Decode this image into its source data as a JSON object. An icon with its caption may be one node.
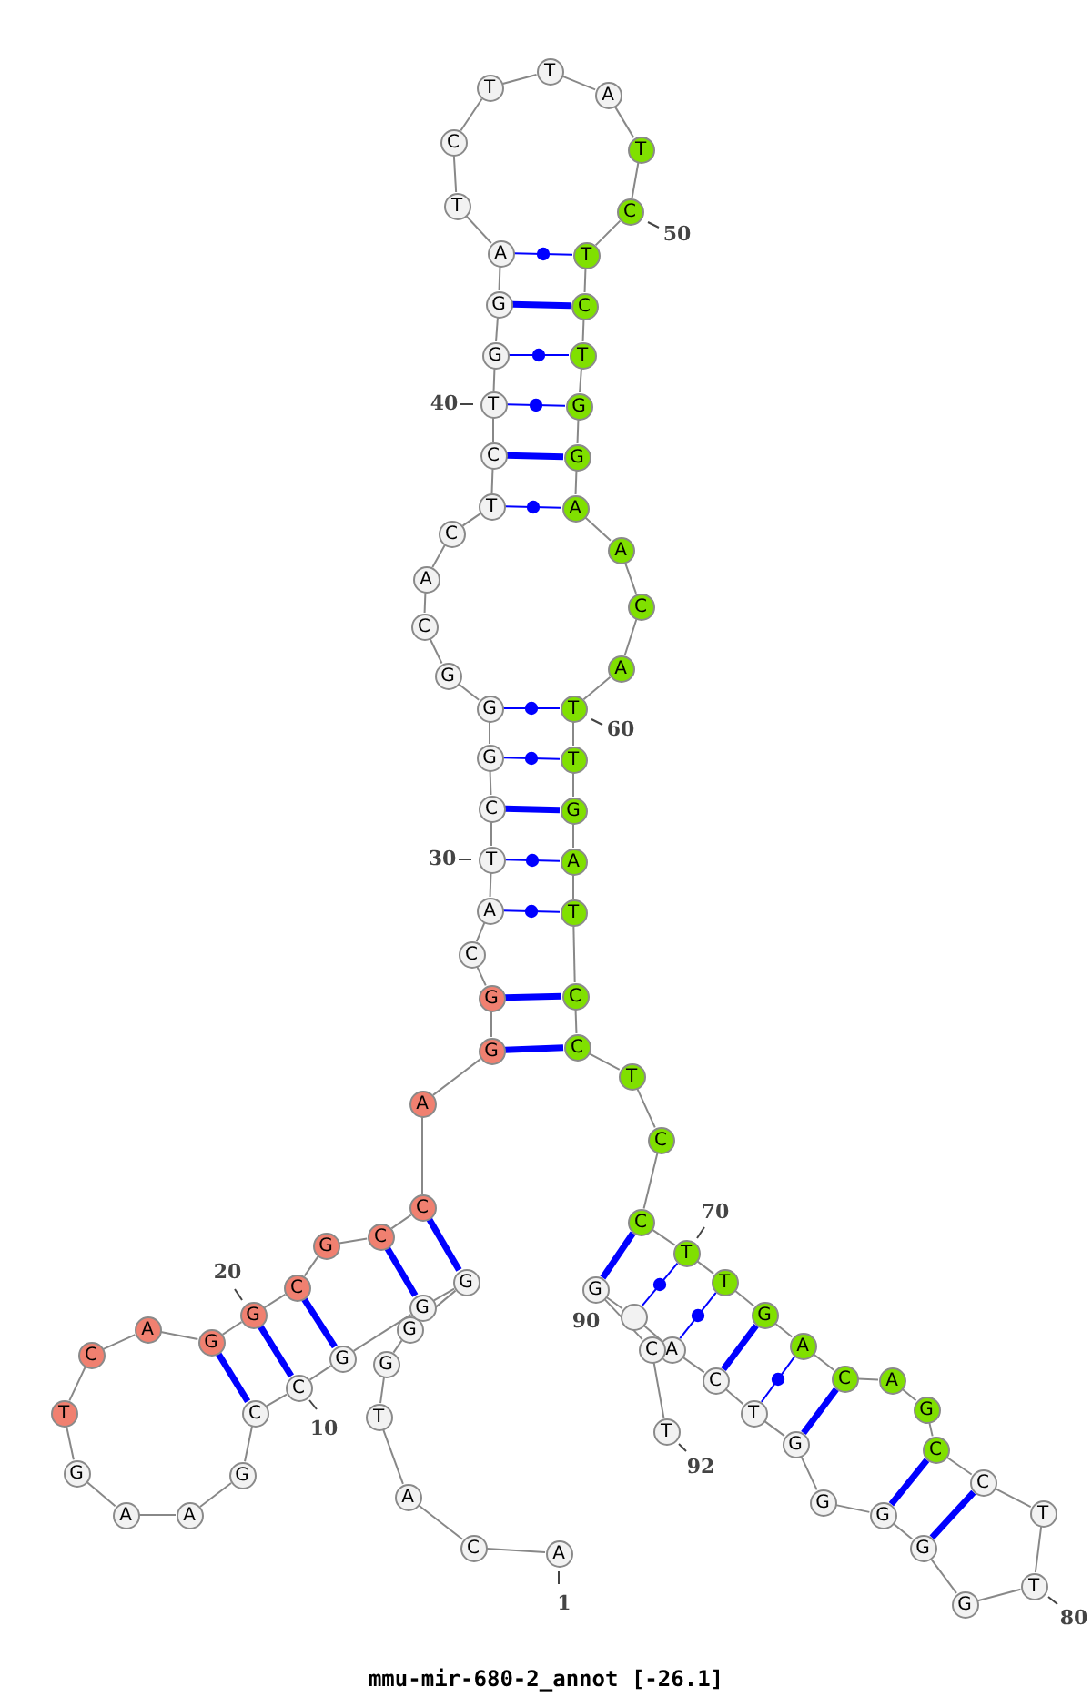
{
  "diagram": {
    "caption": "mmu-mir-680-2_annot [-26.1]",
    "nodes": [
      {
        "text": [
          "A"
        ],
        "beside": [
          "1"
        ]
      },
      {
        "text": [
          "C"
        ]
      },
      {
        "text": [
          "A"
        ]
      },
      {
        "text": [
          "T"
        ]
      },
      {
        "text": [
          "G"
        ]
      },
      {
        "text": [
          "G"
        ]
      },
      {
        "text": [
          "G"
        ]
      },
      {
        "text": [
          "G"
        ]
      },
      {
        "text": [
          "G"
        ]
      },
      {
        "text": [
          "C"
        ],
        "beside": [
          "10"
        ]
      },
      {
        "text": [
          "C"
        ]
      },
      {
        "text": [
          "G"
        ]
      },
      {
        "text": [
          "A"
        ]
      },
      {
        "text": [
          "A"
        ]
      },
      {
        "text": [
          "G"
        ]
      },
      {
        "text": [
          "T"
        ]
      },
      {
        "text": [
          "C"
        ]
      },
      {
        "text": [
          "A"
        ]
      },
      {
        "text": [
          "G"
        ]
      },
      {
        "text": [
          "G"
        ],
        "beside": [
          "20"
        ]
      },
      {
        "text": [
          "C"
        ]
      },
      {
        "text": [
          "G"
        ]
      },
      {
        "text": [
          "C"
        ]
      },
      {
        "text": [
          "C"
        ]
      },
      {
        "text": [
          "A"
        ]
      },
      {
        "text": [
          "G"
        ]
      },
      {
        "text": [
          "G"
        ]
      },
      {
        "text": [
          "C"
        ]
      },
      {
        "text": [
          "A"
        ]
      },
      {
        "text": [
          "T"
        ],
        "beside": [
          "30"
        ]
      },
      {
        "text": [
          "C"
        ]
      },
      {
        "text": [
          "G"
        ]
      },
      {
        "text": [
          "G"
        ]
      },
      {
        "text": [
          "G"
        ]
      },
      {
        "text": [
          "C"
        ]
      },
      {
        "text": [
          "A"
        ]
      },
      {
        "text": [
          "C"
        ]
      },
      {
        "text": [
          "T"
        ]
      },
      {
        "text": [
          "C"
        ]
      },
      {
        "text": [
          "T"
        ],
        "beside": [
          "40"
        ]
      },
      {
        "text": [
          "G"
        ]
      },
      {
        "text": [
          "G"
        ]
      },
      {
        "text": [
          "A"
        ]
      },
      {
        "text": [
          "T"
        ]
      },
      {
        "text": [
          "C"
        ]
      },
      {
        "text": [
          "T"
        ]
      },
      {
        "text": [
          "T"
        ]
      },
      {
        "text": [
          "A"
        ]
      },
      {
        "text": [
          "T"
        ]
      },
      {
        "text": [
          "C"
        ],
        "beside": [
          "50"
        ]
      },
      {
        "text": [
          "T"
        ]
      },
      {
        "text": [
          "C"
        ]
      },
      {
        "text": [
          "T"
        ]
      },
      {
        "text": [
          "G"
        ]
      },
      {
        "text": [
          "G"
        ]
      },
      {
        "text": [
          "A"
        ]
      },
      {
        "text": [
          "A"
        ]
      },
      {
        "text": [
          "C"
        ]
      },
      {
        "text": [
          "A"
        ]
      },
      {
        "text": [
          "T"
        ],
        "beside": [
          "60"
        ]
      },
      {
        "text": [
          "T"
        ]
      },
      {
        "text": [
          "G"
        ]
      },
      {
        "text": [
          "A"
        ]
      },
      {
        "text": [
          "T"
        ]
      },
      {
        "text": [
          "C"
        ]
      },
      {
        "text": [
          "C"
        ]
      },
      {
        "text": [
          "T"
        ]
      },
      {
        "text": [
          "C"
        ]
      },
      {
        "text": [
          "C"
        ]
      },
      {
        "text": [
          "T"
        ],
        "beside": [
          "70"
        ]
      },
      {
        "text": [
          "T"
        ]
      },
      {
        "text": [
          "G"
        ]
      },
      {
        "text": [
          "A"
        ]
      },
      {
        "text": [
          "C"
        ]
      },
      {
        "text": [
          "A"
        ]
      },
      {
        "text": [
          "G"
        ]
      },
      {
        "text": [
          "C"
        ]
      },
      {
        "text": [
          "C"
        ]
      },
      {
        "text": [
          "T"
        ]
      },
      {
        "text": [
          "T"
        ],
        "beside": [
          "80"
        ]
      },
      {
        "text": [
          "G"
        ]
      },
      {
        "text": [
          "G"
        ]
      },
      {
        "text": [
          "G"
        ]
      },
      {
        "text": [
          "G"
        ]
      },
      {
        "text": [
          "G"
        ]
      },
      {
        "text": [
          "T"
        ]
      },
      {
        "text": [
          "C"
        ]
      },
      {
        "text": [
          "A"
        ]
      },
      {
        "text": [],
        "shape": "circle"
      },
      {
        "text": [
          "G"
        ],
        "beside": [
          "90"
        ]
      },
      {
        "text": [
          "C"
        ]
      },
      {
        "text": [
          "T"
        ],
        "beside": [
          "92"
        ]
      }
    ],
    "edges": [
      {
        "from": 0,
        "to": 1,
        "arrow": "none"
      },
      {
        "from": 1,
        "to": 2,
        "arrow": "none"
      },
      {
        "from": 2,
        "to": 3,
        "arrow": "none"
      },
      {
        "from": 3,
        "to": 4,
        "arrow": "none"
      },
      {
        "from": 4,
        "to": 5,
        "arrow": "none"
      },
      {
        "from": 5,
        "to": 6,
        "arrow": "none"
      },
      {
        "from": 6,
        "to": 7,
        "arrow": "none"
      },
      {
        "from": 7,
        "to": 8,
        "arrow": "none"
      },
      {
        "from": 8,
        "to": 9,
        "arrow": "none"
      },
      {
        "from": 9,
        "to": 10,
        "arrow": "none"
      },
      {
        "from": 10,
        "to": 11,
        "arrow": "none"
      },
      {
        "from": 11,
        "to": 12,
        "arrow": "none"
      },
      {
        "from": 12,
        "to": 13,
        "arrow": "none"
      },
      {
        "from": 13,
        "to": 14,
        "arrow": "none"
      },
      {
        "from": 14,
        "to": 15,
        "arrow": "none"
      },
      {
        "from": 15,
        "to": 16,
        "arrow": "none"
      },
      {
        "from": 16,
        "to": 17,
        "arrow": "none"
      },
      {
        "from": 17,
        "to": 18,
        "arrow": "none"
      },
      {
        "from": 18,
        "to": 19,
        "arrow": "none"
      },
      {
        "from": 19,
        "to": 20,
        "arrow": "none"
      },
      {
        "from": 20,
        "to": 21,
        "arrow": "none"
      },
      {
        "from": 21,
        "to": 22,
        "arrow": "none"
      },
      {
        "from": 22,
        "to": 23,
        "arrow": "none"
      },
      {
        "from": 23,
        "to": 24,
        "arrow": "none"
      },
      {
        "from": 24,
        "to": 25,
        "arrow": "none"
      },
      {
        "from": 25,
        "to": 26,
        "arrow": "none"
      },
      {
        "from": 26,
        "to": 27,
        "arrow": "none"
      },
      {
        "from": 27,
        "to": 28,
        "arrow": "none"
      },
      {
        "from": 28,
        "to": 29,
        "arrow": "none"
      },
      {
        "from": 29,
        "to": 30,
        "arrow": "none"
      },
      {
        "from": 30,
        "to": 31,
        "arrow": "none"
      },
      {
        "from": 31,
        "to": 32,
        "arrow": "none"
      },
      {
        "from": 32,
        "to": 33,
        "arrow": "none"
      },
      {
        "from": 33,
        "to": 34,
        "arrow": "none"
      },
      {
        "from": 34,
        "to": 35,
        "arrow": "none"
      },
      {
        "from": 35,
        "to": 36,
        "arrow": "none"
      },
      {
        "from": 36,
        "to": 37,
        "arrow": "none"
      },
      {
        "from": 37,
        "to": 38,
        "arrow": "none"
      },
      {
        "from": 38,
        "to": 39,
        "arrow": "none"
      },
      {
        "from": 39,
        "to": 40,
        "arrow": "none"
      },
      {
        "from": 40,
        "to": 41,
        "arrow": "none"
      },
      {
        "from": 41,
        "to": 42,
        "arrow": "none"
      },
      {
        "from": 42,
        "to": 43,
        "arrow": "none"
      },
      {
        "from": 43,
        "to": 44,
        "arrow": "none"
      },
      {
        "from": 44,
        "to": 45,
        "arrow": "none"
      },
      {
        "from": 45,
        "to": 46,
        "arrow": "none"
      },
      {
        "from": 46,
        "to": 47,
        "arrow": "none"
      },
      {
        "from": 47,
        "to": 48,
        "arrow": "none"
      },
      {
        "from": 48,
        "to": 49,
        "arrow": "none"
      },
      {
        "from": 49,
        "to": 50,
        "arrow": "none"
      },
      {
        "from": 50,
        "to": 51,
        "arrow": "none"
      },
      {
        "from": 51,
        "to": 52,
        "arrow": "none"
      },
      {
        "from": 52,
        "to": 53,
        "arrow": "none"
      },
      {
        "from": 53,
        "to": 54,
        "arrow": "none"
      },
      {
        "from": 54,
        "to": 55,
        "arrow": "none"
      },
      {
        "from": 55,
        "to": 56,
        "arrow": "none"
      },
      {
        "from": 56,
        "to": 57,
        "arrow": "none"
      },
      {
        "from": 57,
        "to": 58,
        "arrow": "none"
      },
      {
        "from": 58,
        "to": 59,
        "arrow": "none"
      },
      {
        "from": 59,
        "to": 60,
        "arrow": "none"
      },
      {
        "from": 60,
        "to": 61,
        "arrow": "none"
      },
      {
        "from": 61,
        "to": 62,
        "arrow": "none"
      },
      {
        "from": 62,
        "to": 63,
        "arrow": "none"
      },
      {
        "from": 63,
        "to": 64,
        "arrow": "none"
      },
      {
        "from": 64,
        "to": 65,
        "arrow": "none"
      },
      {
        "from": 65,
        "to": 66,
        "arrow": "none"
      },
      {
        "from": 66,
        "to": 67,
        "arrow": "none"
      },
      {
        "from": 67,
        "to": 68,
        "arrow": "none"
      },
      {
        "from": 68,
        "to": 69,
        "arrow": "none"
      },
      {
        "from": 69,
        "to": 70,
        "arrow": "none"
      },
      {
        "from": 70,
        "to": 71,
        "arrow": "none"
      },
      {
        "from": 71,
        "to": 72,
        "arrow": "none"
      },
      {
        "from": 72,
        "to": 73,
        "arrow": "none"
      },
      {
        "from": 73,
        "to": 74,
        "arrow": "none"
      },
      {
        "from": 74,
        "to": 75,
        "arrow": "none"
      },
      {
        "from": 75,
        "to": 76,
        "arrow": "none"
      },
      {
        "from": 76,
        "to": 77,
        "arrow": "none"
      },
      {
        "from": 77,
        "to": 78,
        "arrow": "none"
      },
      {
        "from": 78,
        "to": 79,
        "arrow": "none"
      },
      {
        "from": 79,
        "to": 80,
        "arrow": "none"
      },
      {
        "from": 80,
        "to": 81,
        "arrow": "none"
      },
      {
        "from": 81,
        "to": 82,
        "arrow": "none"
      },
      {
        "from": 82,
        "to": 83,
        "arrow": "none"
      },
      {
        "from": 83,
        "to": 84,
        "arrow": "none"
      },
      {
        "from": 84,
        "to": 85,
        "arrow": "none"
      },
      {
        "from": 85,
        "to": 86,
        "arrow": "none"
      },
      {
        "from": 86,
        "to": 87,
        "arrow": "none"
      },
      {
        "from": 87,
        "to": 88,
        "arrow": "none"
      },
      {
        "from": 88,
        "to": 89,
        "arrow": "none"
      },
      {
        "from": 89,
        "to": 90,
        "arrow": "none"
      },
      {
        "from": 90,
        "to": 91,
        "arrow": "none"
      },
      {
        "from": 6,
        "to": 23,
        "arrow": "none",
        "style": "thick",
        "color": "#0000ff"
      },
      {
        "from": 7,
        "to": 22,
        "arrow": "none",
        "style": "thick",
        "color": "#0000ff"
      },
      {
        "from": 8,
        "to": 20,
        "arrow": "none",
        "style": "thick",
        "color": "#0000ff"
      },
      {
        "from": 9,
        "to": 19,
        "arrow": "none",
        "style": "thick",
        "color": "#0000ff"
      },
      {
        "from": 10,
        "to": 18,
        "arrow": "none",
        "style": "thick",
        "color": "#0000ff"
      },
      {
        "from": 25,
        "to": 65,
        "arrow": "none",
        "style": "thick",
        "color": "#0000ff"
      },
      {
        "from": 26,
        "to": 64,
        "arrow": "none",
        "style": "thick",
        "color": "#0000ff"
      },
      {
        "from": 28,
        "to": 63,
        "arrow": "none",
        "color": "#0000ff"
      },
      {
        "from": 29,
        "to": 62,
        "arrow": "none",
        "color": "#0000ff"
      },
      {
        "from": 30,
        "to": 61,
        "arrow": "none",
        "style": "thick",
        "color": "#0000ff"
      },
      {
        "from": 31,
        "to": 60,
        "arrow": "none",
        "color": "#0000ff"
      },
      {
        "from": 32,
        "to": 59,
        "arrow": "none",
        "color": "#0000ff"
      },
      {
        "from": 37,
        "to": 55,
        "arrow": "none",
        "color": "#0000ff"
      },
      {
        "from": 38,
        "to": 54,
        "arrow": "none",
        "style": "thick",
        "color": "#0000ff"
      },
      {
        "from": 39,
        "to": 53,
        "arrow": "none",
        "color": "#0000ff"
      },
      {
        "from": 40,
        "to": 52,
        "arrow": "none",
        "color": "#0000ff"
      },
      {
        "from": 41,
        "to": 51,
        "arrow": "none",
        "style": "thick",
        "color": "#0000ff"
      },
      {
        "from": 42,
        "to": 50,
        "arrow": "none",
        "color": "#0000ff"
      },
      {
        "from": 68,
        "to": 89,
        "arrow": "none",
        "style": "thick",
        "color": "#0000ff"
      },
      {
        "from": 69,
        "to": 88,
        "arrow": "none",
        "color": "#0000ff"
      },
      {
        "from": 70,
        "to": 87,
        "arrow": "none",
        "color": "#0000ff"
      },
      {
        "from": 71,
        "to": 86,
        "arrow": "none",
        "style": "thick",
        "color": "#0000ff"
      },
      {
        "from": 72,
        "to": 85,
        "arrow": "none",
        "color": "#0000ff"
      },
      {
        "from": 73,
        "to": 84,
        "arrow": "none",
        "style": "thick",
        "color": "#0000ff"
      },
      {
        "from": 76,
        "to": 82,
        "arrow": "none",
        "style": "thick",
        "color": "#0000ff"
      },
      {
        "from": 77,
        "to": 81,
        "arrow": "none",
        "style": "thick",
        "color": "#0000ff"
      }
    ]
  }
}
